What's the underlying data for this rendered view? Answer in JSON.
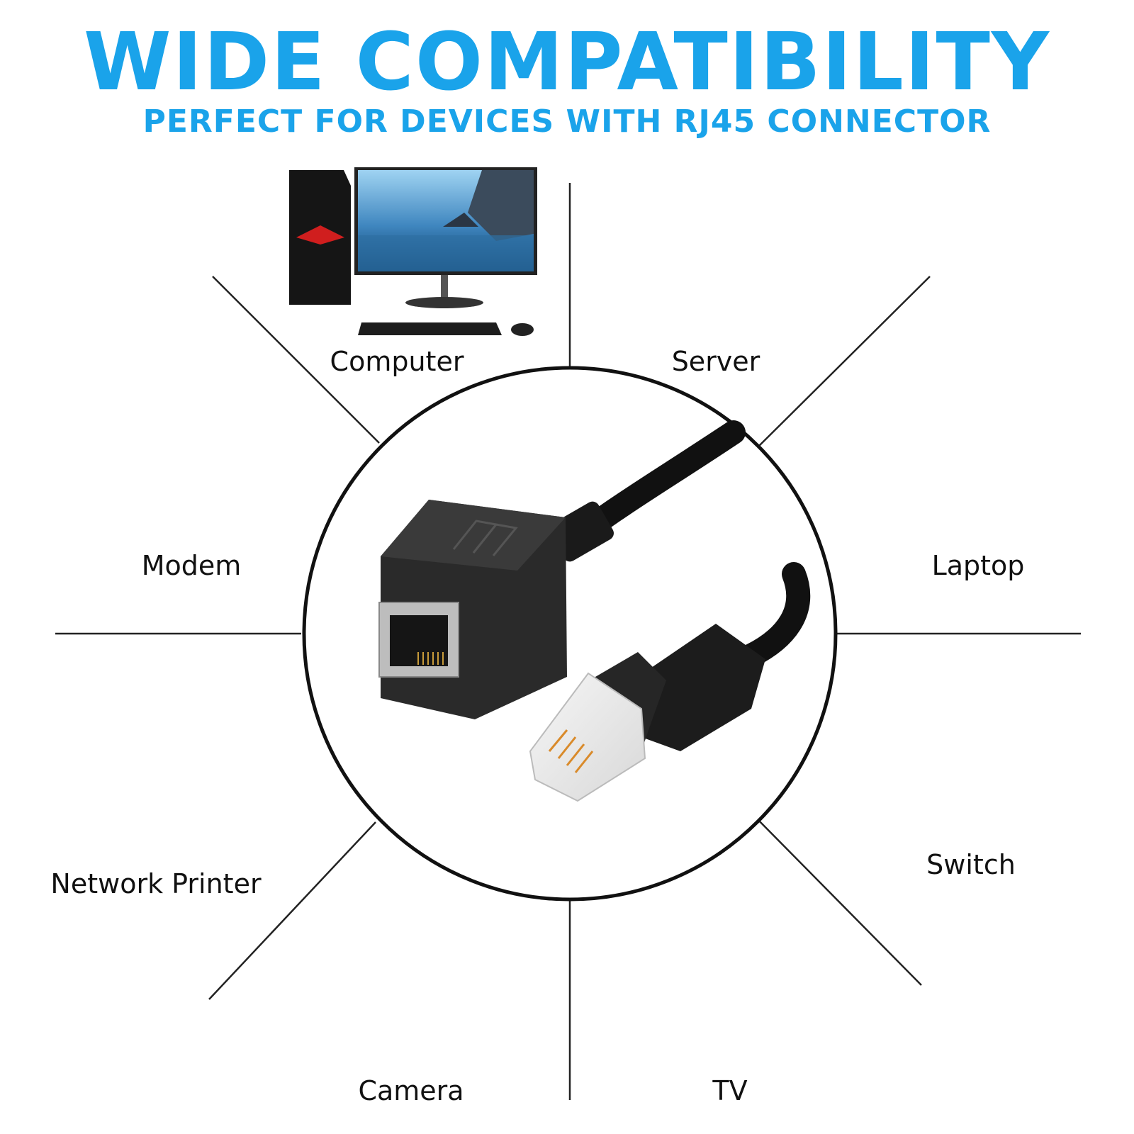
{
  "header": {
    "title": "WIDE COMPATIBILITY",
    "subtitle": "PERFECT FOR DEVICES WITH RJ45 CONNECTOR"
  },
  "devices": {
    "computer": "Computer",
    "server": "Server",
    "modem": "Modem",
    "laptop": "Laptop",
    "network_printer": "Network Printer",
    "switch": "Switch",
    "camera": "Camera",
    "tv": "TV"
  },
  "colors": {
    "accent": "#1aa3ea",
    "text": "#111111",
    "lines": "#222222"
  },
  "icons": {
    "center": "rj45-extension-cable-icon",
    "computer": "desktop-computer-icon",
    "server": "server-rack-icon",
    "modem": "modem-icon",
    "laptop": "laptop-icon",
    "network_printer": "printer-icon",
    "switch": "network-switch-icon",
    "camera": "dome-camera-icon",
    "tv": "tv-icon"
  }
}
